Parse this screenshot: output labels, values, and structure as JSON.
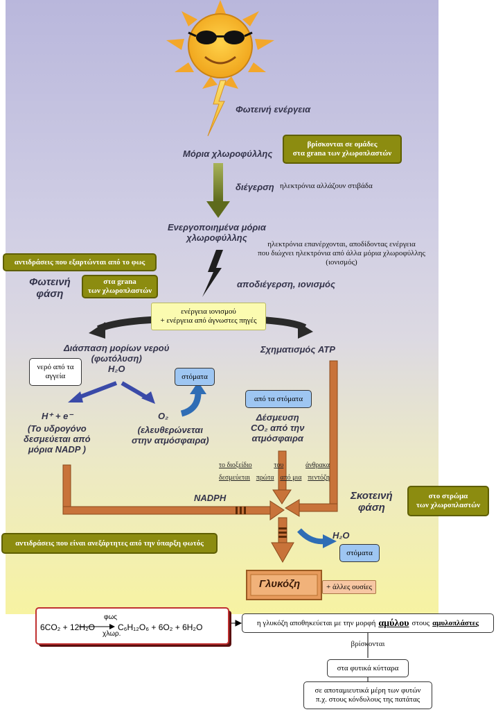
{
  "flow": {
    "light_energy": "Φωτεινή ενέργεια",
    "chlorophyll": "Μόρια χλωροφύλλης",
    "excitation": "διέγερση",
    "activated_line1": "Ενεργοποιημένα μόρια",
    "activated_line2": "χλωροφύλλης",
    "deexcitation": "αποδιέγερση, ιονισμός",
    "light_phase_line1": "Φωτεινή",
    "light_phase_line2": "φάση",
    "water_split_line1": "Διάσπαση μορίων νερού",
    "water_split_line2": "(φωτόλυση)",
    "h2o": "H₂O",
    "atp": "Σχηματισμός ATP",
    "h_e": "H⁺ + e⁻",
    "h_bound_line1": "(Το υδρογόνο",
    "h_bound_line2": "δεσμεύεται από",
    "h_bound_line3": "μόρια NADP )",
    "o2": "O₂",
    "o2_release_line1": "(ελευθερώνεται",
    "o2_release_line2": "στην ατμόσφαιρα)",
    "co2_line1": "Δέσμευση",
    "co2_line2": "CO₂ από την",
    "co2_line3": "ατμόσφαιρα",
    "nadph": "NADPH",
    "dark_phase_line1": "Σκοτεινή",
    "dark_phase_line2": "φάση",
    "h2o_out": "H₂O",
    "glucose": "Γλυκόζη"
  },
  "notes": {
    "chlorophyll_groups_line1": "βρίσκονται σε ομάδες",
    "chlorophyll_groups_line2": "στα grana των χλωροπλαστών",
    "electrons_shift": "ηλεκτρόνια αλλάζουν στιβάδα",
    "electrons_return_line1": "ηλεκτρόνια επανέρχονται, αποδίδοντας ενέργεια",
    "electrons_return_line2": "που διώχνει ηλεκτρόνια από άλλα μόρια χλωροφύλλης",
    "electrons_return_line3": "(ιονισμός)",
    "light_reactions": "αντιδράσεις που εξαρτώνται από το φως",
    "grana_line1": "στα grana",
    "grana_line2": "των χλωροπλαστών",
    "energy_line1": "ενέργεια ιονισμού",
    "energy_line2": "+ ενέργεια από άγνωστες πηγές",
    "water_vessels_line1": "νερό από τα",
    "water_vessels_line2": "αγγεία",
    "stomata_o2": "στόματα",
    "from_stomata": "από τα στόματα",
    "co2_bound": {
      "w1": "το διοξείδιο",
      "w2": "του",
      "w3": "άνθρακα",
      "w4": "δεσμεύεται",
      "w5": "πρώτα",
      "w6": "από μια",
      "w7": "πεντόζη"
    },
    "stroma_line1": "στο στρώμα",
    "stroma_line2": "των χλωροπλαστών",
    "dark_reactions": "αντιδράσεις που είναι ανεξάρτητες από την ύπαρξη φωτός",
    "stomata_h2o": "στόματα",
    "other_substances": "+ άλλες ουσίες",
    "storage_pre": "η γλυκόζη αποθηκεύεται με την μορφή",
    "storage_starch": "αμύλου",
    "storage_mid": "στους",
    "storage_amyloplasts": "αμυλοπλάστες",
    "found": "βρίσκονται",
    "plant_cells": "στα φυτικά κύτταρα",
    "storage_parts_line1": "σε αποταμιευτικά μέρη των φυτών",
    "storage_parts_line2": "π.χ. στους κόνδυλους της πατάτας"
  },
  "equation": {
    "left": "6CO₂ + 12H₂O",
    "above_arrow": "φως",
    "below_arrow": "χλωρ.",
    "right": "C₆H₁₂O₆ + 6O₂ + 6H₂O"
  },
  "colors": {
    "green_box": "#8c8c10",
    "blue_box": "#9ec6f2",
    "arrow_orange": "#c8733a",
    "arrow_olive": "#7d8a2e",
    "arrow_blue": "#2f6db5",
    "sun": "#f5b82a"
  },
  "icons": {
    "sun": "sun-with-sunglasses-icon",
    "lightning": "lightning-bolt-icon"
  }
}
